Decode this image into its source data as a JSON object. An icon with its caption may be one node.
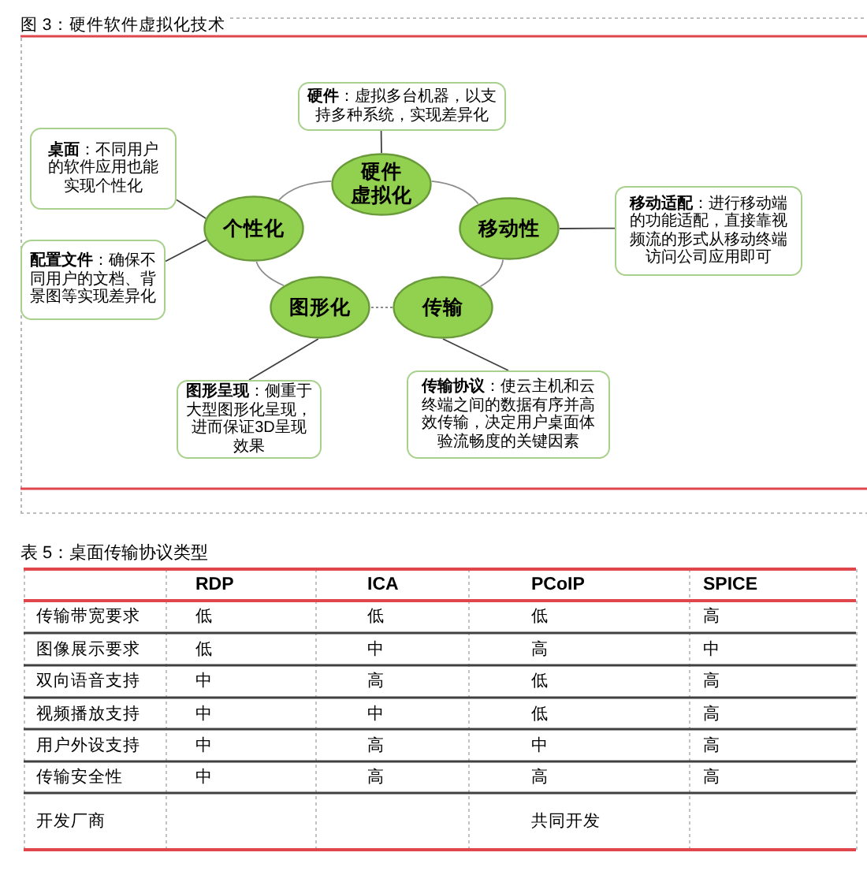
{
  "diagram": {
    "title": "图 3：硬件软件虚拟化技术",
    "nodes": [
      {
        "text": [
          "**硬件**：虚拟多台机器，以支持多种系统，实现差异化"
        ]
      },
      {
        "text": [
          "**桌面**：不同用户的软件应用也能实现个性化"
        ]
      },
      {
        "text": [
          "硬件虚拟化"
        ]
      },
      {
        "text": [
          "个性化"
        ]
      },
      {
        "text": [
          "移动性"
        ]
      },
      {
        "text": [
          "**移动适配**：进行移动端的功能适配，直接靠视频流的形式从移动终端访问公司应用即可"
        ]
      },
      {
        "text": [
          "**配置文件**：确保不同用户的文档、背景图等实现差异化"
        ]
      },
      {
        "text": [
          "图形化"
        ]
      },
      {
        "text": [
          "传输"
        ]
      },
      {
        "text": [
          "**图形呈现**：侧重于大型图形化呈现，进而保证3D呈现效果"
        ]
      },
      {
        "text": [
          "**传输协议**：使云主机和云终端之间的数据有序并高效传输，决定用户桌面体验流畅度的关键因素"
        ]
      }
    ],
    "edges": [
      {
        "from": 0,
        "to": 2,
        "arrow": "none"
      },
      {
        "from": 1,
        "to": 3,
        "arrow": "none"
      },
      {
        "from": 6,
        "to": 3,
        "arrow": "none"
      },
      {
        "from": 4,
        "to": 5,
        "arrow": "none"
      },
      {
        "from": 7,
        "to": 9,
        "arrow": "none"
      },
      {
        "from": 8,
        "to": 10,
        "arrow": "none"
      },
      {
        "from": 3,
        "to": 2,
        "arrow": "none",
        "color": "#8c8c8c"
      },
      {
        "from": 2,
        "to": 4,
        "arrow": "none",
        "color": "#8c8c8c"
      },
      {
        "from": 4,
        "to": 8,
        "arrow": "none",
        "color": "#8c8c8c"
      },
      {
        "from": 8,
        "to": 7,
        "arrow": "none",
        "style": "dashed",
        "color": "#8c8c8c"
      },
      {
        "from": 7,
        "to": 3,
        "arrow": "none",
        "color": "#8c8c8c"
      }
    ],
    "labels": [
      "表 5：桌面传输协议类型",
      "RDP",
      "ICA",
      "PCoIP",
      "SPICE",
      "传输带宽要求",
      "低",
      "低",
      "低",
      "高",
      "图像展示要求",
      "低",
      "中",
      "高",
      "中",
      "双向语音支持",
      "中",
      "高",
      "低",
      "高",
      "视频播放支持",
      "中",
      "中",
      "低",
      "高",
      "用户外设支持",
      "中",
      "高",
      "中",
      "高",
      "传输安全性",
      "中",
      "高",
      "高",
      "高",
      "开发厂商",
      "共同开发"
    ]
  }
}
